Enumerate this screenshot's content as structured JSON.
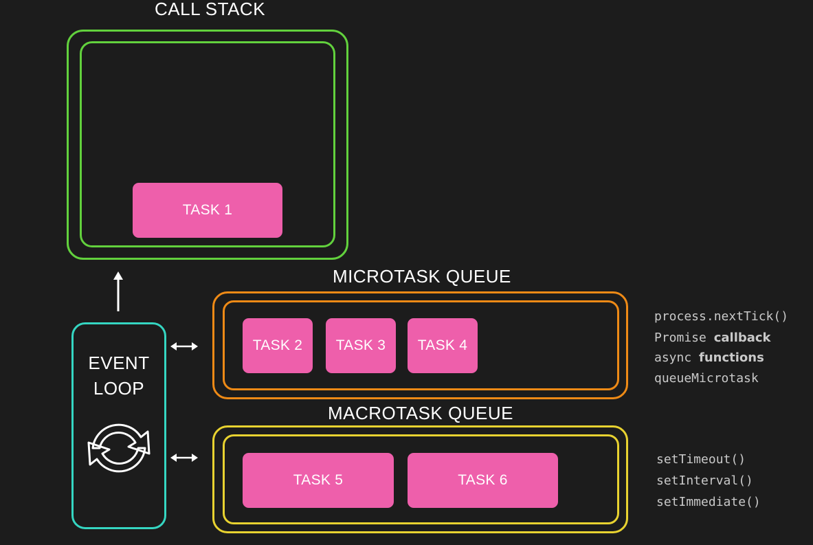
{
  "colors": {
    "background": "#1c1c1c",
    "task": "#ee5fab",
    "call_stack_border": "#62d13d",
    "microtask_border": "#ee8a16",
    "macrotask_border": "#e8d230",
    "event_loop_border": "#35d6c2"
  },
  "call_stack": {
    "title": "CALL STACK",
    "tasks": [
      "TASK 1"
    ]
  },
  "microtask_queue": {
    "title": "MICROTASK QUEUE",
    "tasks": [
      "TASK 2",
      "TASK 3",
      "TASK 4"
    ],
    "sources": [
      {
        "mono": "process.nextTick()",
        "bold": ""
      },
      {
        "mono": "Promise ",
        "bold": "callback"
      },
      {
        "mono": "async ",
        "bold": "functions"
      },
      {
        "mono": "queueMicrotask",
        "bold": ""
      }
    ]
  },
  "macrotask_queue": {
    "title": "MACROTASK QUEUE",
    "tasks": [
      "TASK 5",
      "TASK 6"
    ],
    "sources": [
      "setTimeout()",
      "setInterval()",
      "setImmediate()"
    ]
  },
  "event_loop": {
    "title_line1": "EVENT",
    "title_line2": "LOOP",
    "icon": "refresh-cycle-icon"
  }
}
